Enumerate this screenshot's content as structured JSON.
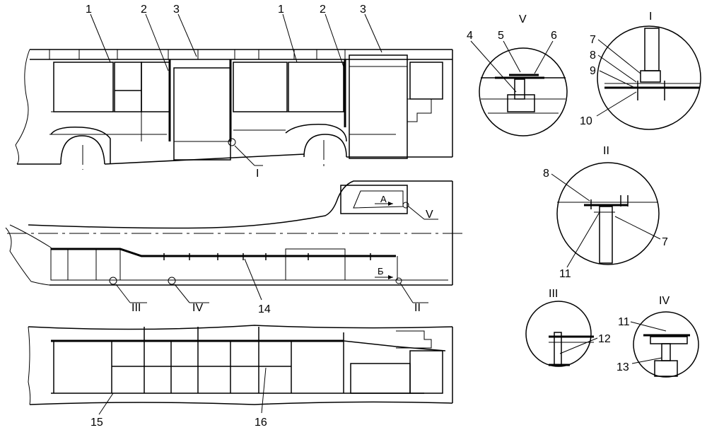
{
  "callouts": {
    "c1a": "1",
    "c2a": "2",
    "c3a": "3",
    "c1b": "1",
    "c2b": "2",
    "c3b": "3",
    "c4": "4",
    "c5": "5",
    "c6": "6",
    "c7a": "7",
    "c8a": "8",
    "c9": "9",
    "c10": "10",
    "c8b": "8",
    "c7b": "7",
    "c11a": "11",
    "c12": "12",
    "c11b": "11",
    "c13": "13",
    "c14": "14",
    "c15": "15",
    "c16": "16"
  },
  "view_labels": {
    "I": "I",
    "II": "II",
    "III": "III",
    "IV": "IV",
    "V": "V",
    "I_title": "I",
    "II_title": "II",
    "III_title": "III",
    "IV_title": "IV",
    "V_title": "V"
  },
  "arrows": {
    "A": "А",
    "B": "Б"
  }
}
